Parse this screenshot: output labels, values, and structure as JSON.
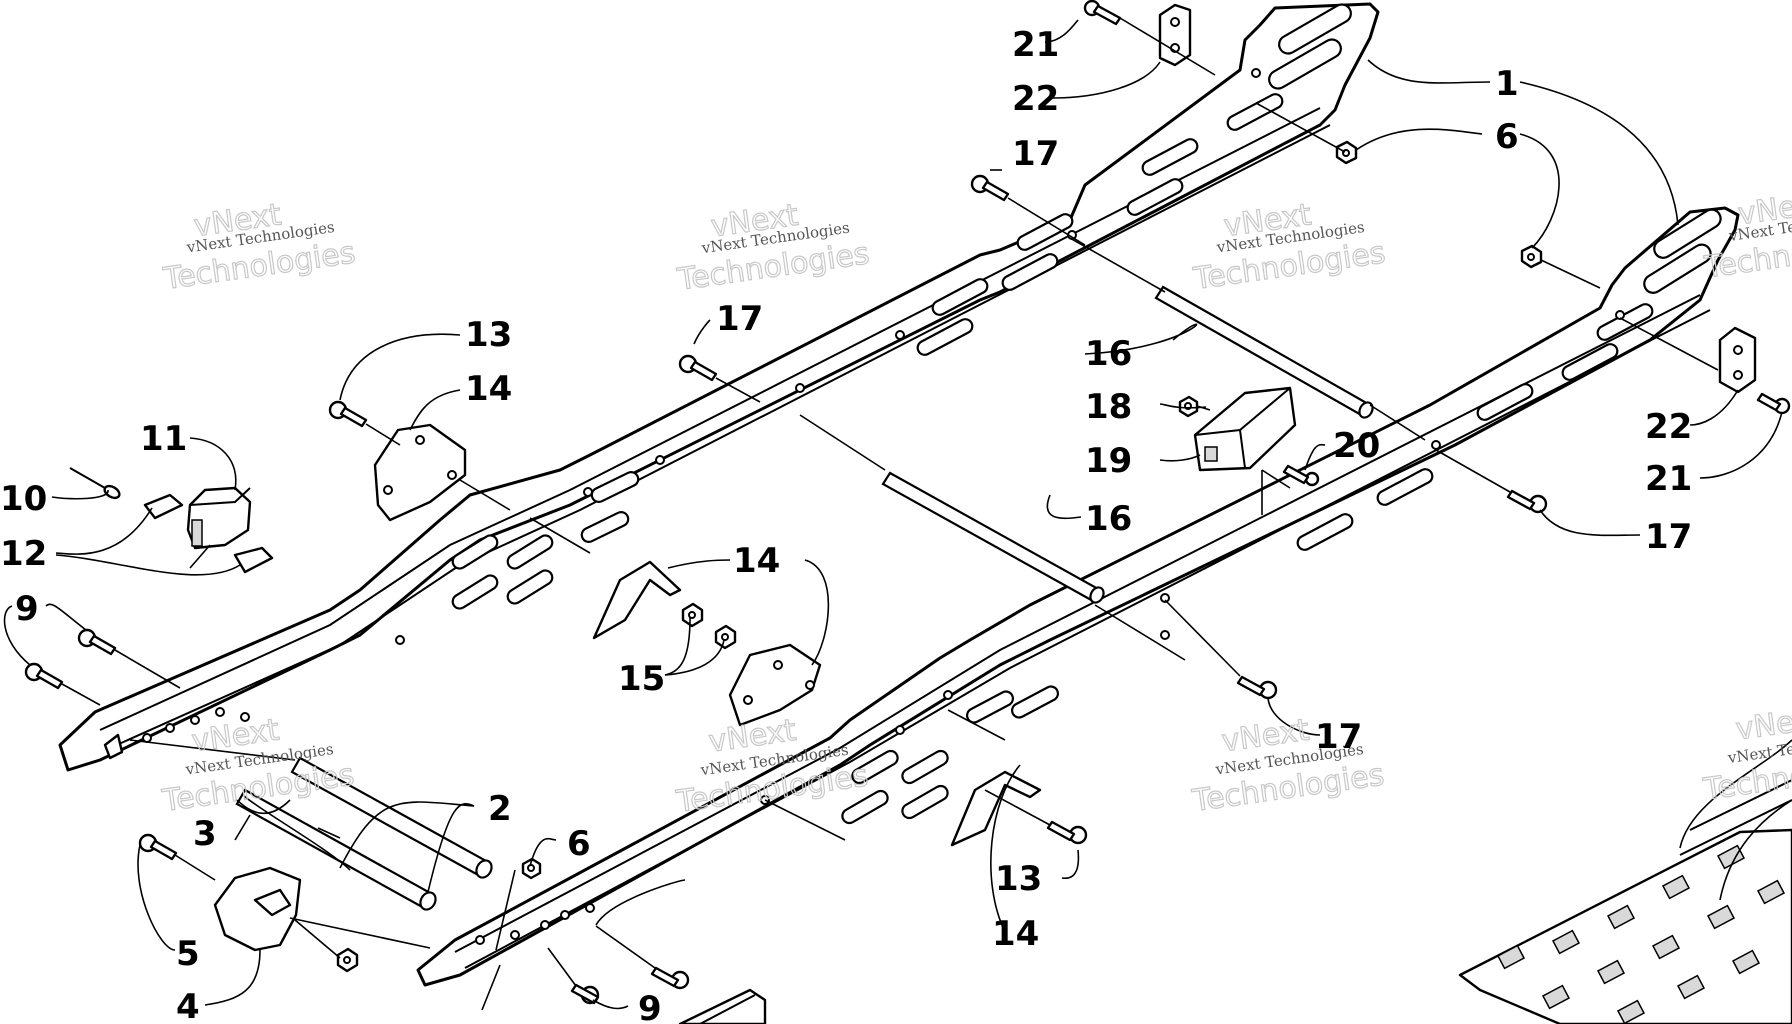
{
  "callouts": {
    "c1": "1",
    "c2": "2",
    "c3": "3",
    "c4": "4",
    "c5": "5",
    "c6a": "6",
    "c6b": "6",
    "c9a": "9",
    "c9b": "9",
    "c10": "10",
    "c11": "11",
    "c12": "12",
    "c13a": "13",
    "c13b": "13",
    "c14a": "14",
    "c14b": "14",
    "c14c": "14",
    "c15": "15",
    "c16a": "16",
    "c16b": "16",
    "c17a": "17",
    "c17b": "17",
    "c17c": "17",
    "c17d": "17",
    "c18": "18",
    "c19": "19",
    "c20": "20",
    "c21a": "21",
    "c21b": "21",
    "c22a": "22",
    "c22b": "22"
  },
  "watermark": {
    "line1": "vNext Technologies",
    "line2": "Technologies",
    "line3": "vNext"
  }
}
